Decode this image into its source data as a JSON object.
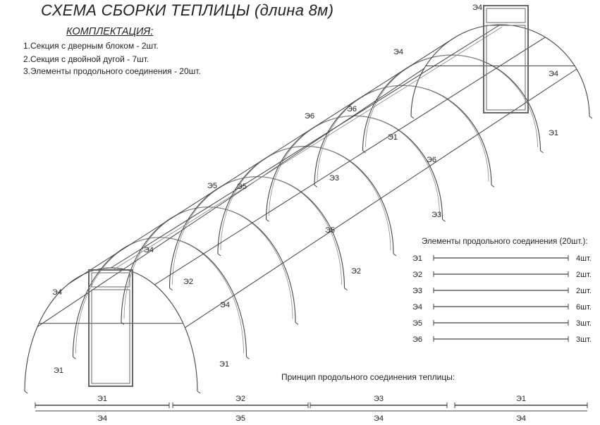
{
  "title": "СХЕМА СБОРКИ ТЕПЛИЦЫ (длина 8м)",
  "kit": {
    "title": "КОМПЛЕКТАЦИЯ:",
    "items": [
      "1.Секция с дверным блоком - 2шт.",
      "2.Секция с двойной дугой - 7шт.",
      "3.Элементы продольного соединения - 20шт."
    ]
  },
  "labels": {
    "e1": "Э1",
    "e2": "Э2",
    "e3": "Э3",
    "e4": "Э4",
    "e5": "Э5",
    "e6": "Э6"
  },
  "legend": {
    "title": "Элементы продольного соединения (20шт.):",
    "rows": [
      {
        "name": "Э1",
        "qty": "4шт."
      },
      {
        "name": "Э2",
        "qty": "2шт."
      },
      {
        "name": "Э3",
        "qty": "2шт."
      },
      {
        "name": "Э4",
        "qty": "6шт."
      },
      {
        "name": "Э5",
        "qty": "3шт."
      },
      {
        "name": "Э6",
        "qty": "3шт."
      }
    ]
  },
  "principle": {
    "title": "Принцип продольного соединения теплицы:",
    "top": [
      "Э1",
      "Э2",
      "Э3",
      "Э1"
    ],
    "bottom": [
      "Э4",
      "Э5",
      "Э4",
      "Э4"
    ]
  },
  "colors": {
    "line": "#444444",
    "frame": "#666666"
  }
}
